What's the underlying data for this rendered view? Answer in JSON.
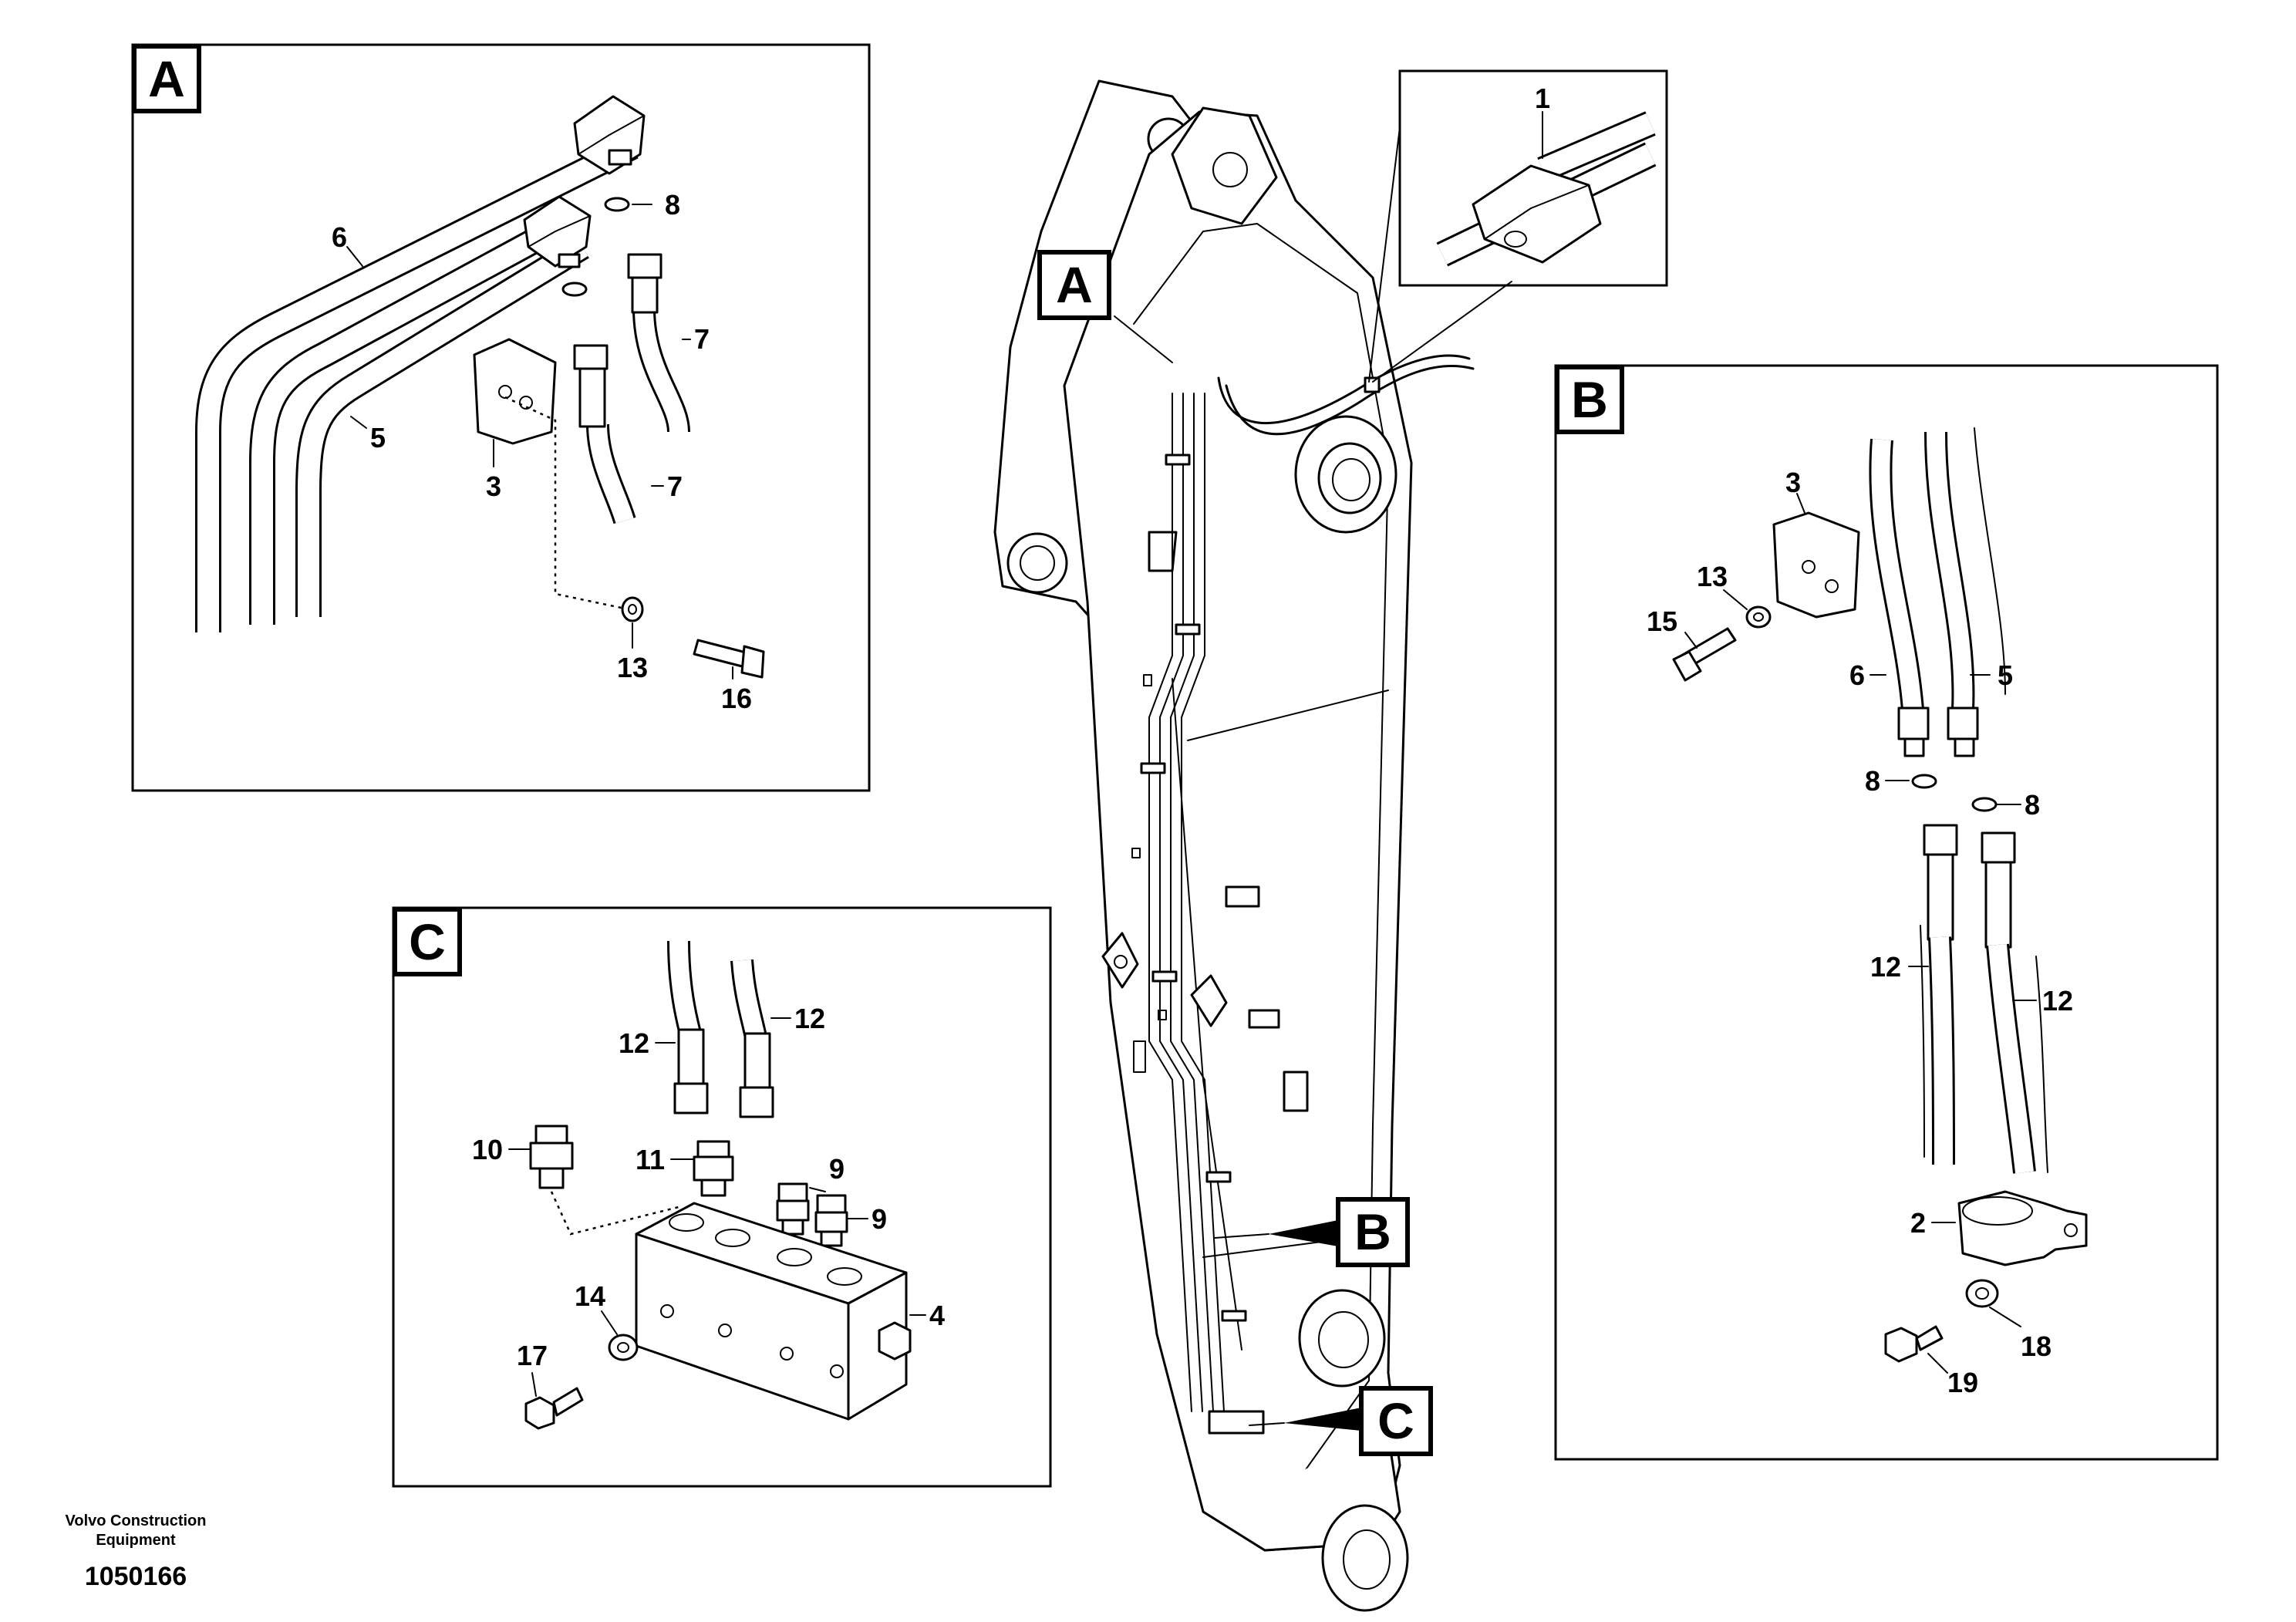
{
  "detail_tags": {
    "a": "A",
    "b": "B",
    "c": "C"
  },
  "boom_callouts": {
    "a": "A",
    "b": "B",
    "c": "C"
  },
  "callouts": {
    "inset_1": "1",
    "a_6": "6",
    "a_8": "8",
    "a_7_top": "7",
    "a_5": "5",
    "a_3": "3",
    "a_7_bottom": "7",
    "a_13": "13",
    "a_16": "16",
    "b_3": "3",
    "b_13": "13",
    "b_15": "15",
    "b_6": "6",
    "b_5": "5",
    "b_8_left": "8",
    "b_8_right": "8",
    "b_12_left": "12",
    "b_12_right": "12",
    "b_2": "2",
    "b_18": "18",
    "b_19": "19",
    "c_12_left": "12",
    "c_12_right": "12",
    "c_10": "10",
    "c_11": "11",
    "c_9_top": "9",
    "c_9_bottom": "9",
    "c_14": "14",
    "c_4": "4",
    "c_17": "17"
  },
  "footer": {
    "company_line1": "Volvo Construction",
    "company_line2": "Equipment",
    "drawing_number": "1050166"
  }
}
